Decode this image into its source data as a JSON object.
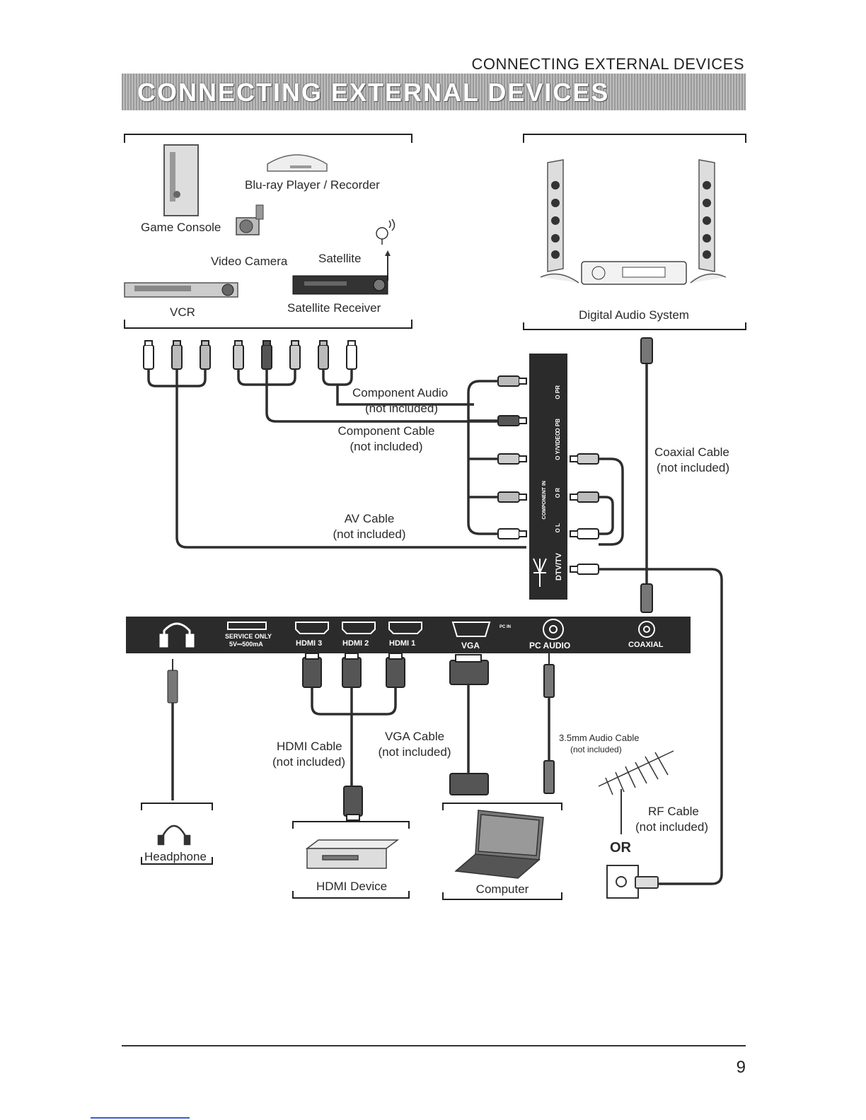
{
  "header": {
    "title": "CONNECTING EXTERNAL DEVICES"
  },
  "banner": {
    "title": "CONNECTING EXTERNAL DEVICES"
  },
  "devices_top_left": {
    "blu_ray": "Blu-ray Player / Recorder",
    "game_console": "Game Console",
    "video_camera": "Video Camera",
    "satellite": "Satellite",
    "vcr": "VCR",
    "satellite_receiver": "Satellite Receiver"
  },
  "devices_top_right": {
    "digital_audio": "Digital Audio System"
  },
  "cables": {
    "component_audio": "Component Audio",
    "component_audio_note": "(not included)",
    "component_cable": "Component Cable",
    "component_cable_note": "(not included)",
    "av_cable": "AV Cable",
    "av_cable_note": "(not included)",
    "coaxial_cable": "Coaxial Cable",
    "coaxial_cable_note": "(not included)",
    "hdmi_cable": "HDMI Cable",
    "hdmi_cable_note": "(not included)",
    "vga_cable": "VGA Cable",
    "vga_cable_note": "(not included)",
    "audio_cable": "3.5mm Audio Cable",
    "audio_cable_note": "(not included)",
    "rf_cable": "RF Cable",
    "rf_cable_note": "(not included)",
    "or": "OR"
  },
  "side_panel": {
    "pr": "O PR",
    "pb": "O PB",
    "y_video": "O Y/VIDEO",
    "l": "O L",
    "r": "O R",
    "component_in": "COMPONENT IN",
    "dtv_tv": "DTV/TV"
  },
  "bottom_panel": {
    "service_only": "SERVICE ONLY",
    "service_power": "5V⎓500mA",
    "hdmi3": "HDMI 3",
    "hdmi2": "HDMI 2",
    "hdmi1": "HDMI 1",
    "vga": "VGA",
    "pc_in": "PC IN",
    "pc_audio": "PC AUDIO",
    "coaxial": "COAXIAL"
  },
  "devices_bottom": {
    "headphone": "Headphone",
    "hdmi_device": "HDMI Device",
    "computer": "Computer"
  },
  "footer": {
    "page_number": "9"
  },
  "colors": {
    "panel": "#2b2b2b",
    "banner": "#a8a8a8",
    "cable": "#333333"
  }
}
